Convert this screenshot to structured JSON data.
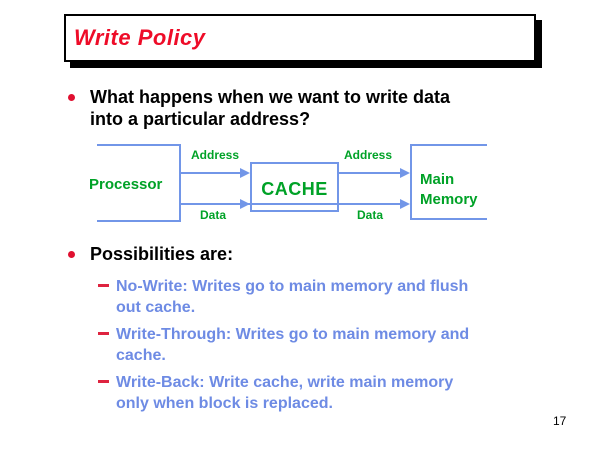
{
  "slide": {
    "title": "Write Policy",
    "page_number": "17"
  },
  "colors": {
    "title_red": "#ee0c28",
    "bullet_marker_red": "#e01030",
    "sub_dash_red": "#de2440",
    "body_text_black": "#000000",
    "sub_bullet_blue": "#6e8be4",
    "diagram_blue": "#7296e8",
    "diagram_green": "#00a227"
  },
  "bullets": [
    {
      "text": "What happens when we want to write data\ninto a particular address?"
    },
    {
      "text": "Possibilities are:"
    }
  ],
  "sub_bullets": [
    {
      "text": "No-Write: Writes go to main memory and flush\nout cache."
    },
    {
      "text": "Write-Through: Writes go to main memory and\ncache."
    },
    {
      "text": "Write-Back: Write cache, write main memory\nonly when block is replaced."
    }
  ],
  "diagram": {
    "processor_label": "Processor",
    "cache_label": "CACHE",
    "memory_label": "Main\nMemory",
    "address_label_1": "Address",
    "data_label_1": "Data",
    "address_label_2": "Address",
    "data_label_2": "Data"
  }
}
